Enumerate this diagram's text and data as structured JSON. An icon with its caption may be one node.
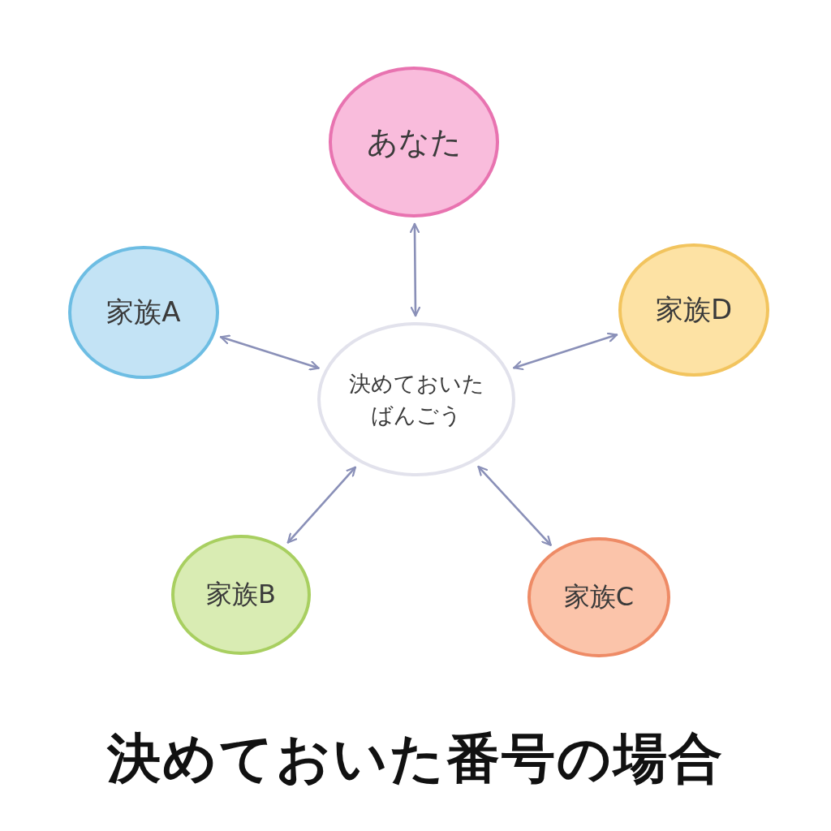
{
  "diagram": {
    "title": "決めておいた番号の場合",
    "nodes": [
      {
        "text": [
          "あなた"
        ]
      },
      {
        "text": [
          "家族A"
        ]
      },
      {
        "text": [
          "家族D"
        ]
      },
      {
        "text": [
          "決めておいたばんごう"
        ]
      },
      {
        "text": [
          "家族B"
        ]
      },
      {
        "text": [
          "家族C"
        ]
      }
    ],
    "edges": [
      {
        "from": 3,
        "to": 0,
        "arrow": "both"
      },
      {
        "from": 3,
        "to": 1,
        "arrow": "both"
      },
      {
        "from": 3,
        "to": 2,
        "arrow": "both"
      },
      {
        "from": 3,
        "to": 4,
        "arrow": "both"
      },
      {
        "from": 3,
        "to": 5,
        "arrow": "both"
      }
    ]
  }
}
